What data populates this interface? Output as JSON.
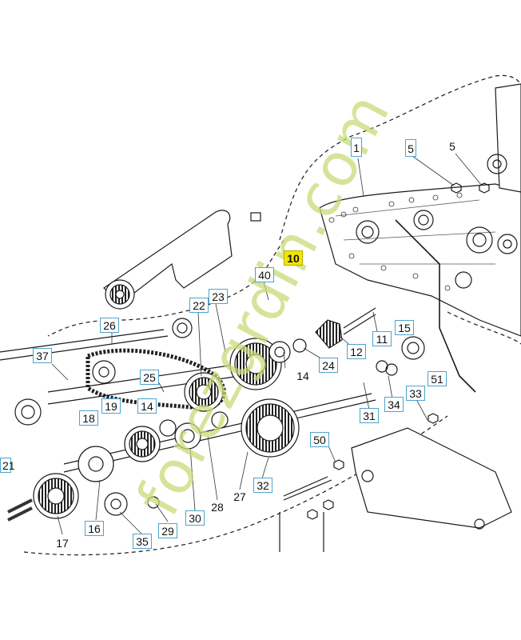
{
  "diagram": {
    "labels": [
      {
        "id": "1",
        "text": "1"
      },
      {
        "id": "5a",
        "text": "5"
      },
      {
        "id": "5b",
        "text": "5"
      },
      {
        "id": "10",
        "text": "10"
      },
      {
        "id": "40",
        "text": "40"
      },
      {
        "id": "22",
        "text": "22"
      },
      {
        "id": "23",
        "text": "23"
      },
      {
        "id": "26",
        "text": "26"
      },
      {
        "id": "37",
        "text": "37"
      },
      {
        "id": "11",
        "text": "11"
      },
      {
        "id": "15",
        "text": "15"
      },
      {
        "id": "12",
        "text": "12"
      },
      {
        "id": "24",
        "text": "24"
      },
      {
        "id": "14a",
        "text": "14"
      },
      {
        "id": "25",
        "text": "25"
      },
      {
        "id": "19",
        "text": "19"
      },
      {
        "id": "14b",
        "text": "14"
      },
      {
        "id": "18",
        "text": "18"
      },
      {
        "id": "51",
        "text": "51"
      },
      {
        "id": "33",
        "text": "33"
      },
      {
        "id": "34",
        "text": "34"
      },
      {
        "id": "31",
        "text": "31"
      },
      {
        "id": "50",
        "text": "50"
      },
      {
        "id": "21",
        "text": "21"
      },
      {
        "id": "32",
        "text": "32"
      },
      {
        "id": "27",
        "text": "27"
      },
      {
        "id": "28",
        "text": "28"
      },
      {
        "id": "30",
        "text": "30"
      },
      {
        "id": "29",
        "text": "29"
      },
      {
        "id": "16",
        "text": "16"
      },
      {
        "id": "35",
        "text": "35"
      },
      {
        "id": "17",
        "text": "17"
      }
    ],
    "watermark": "forezgrdin.com"
  }
}
